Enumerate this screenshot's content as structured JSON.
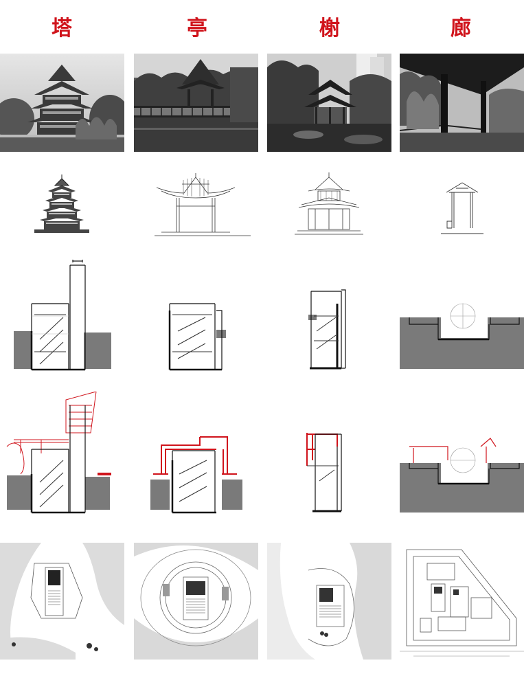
{
  "columns": [
    {
      "title": "塔",
      "photo_subject": "pagoda",
      "elevation_subject": "pagoda-elevation",
      "plan_subject": "pagoda-site-plan"
    },
    {
      "title": "亭",
      "photo_subject": "pavilion",
      "elevation_subject": "pavilion-elevation",
      "plan_subject": "pavilion-site-plan"
    },
    {
      "title": "榭",
      "photo_subject": "waterside-pavilion",
      "elevation_subject": "waterside-pavilion-elevation",
      "plan_subject": "waterside-pavilion-site-plan"
    },
    {
      "title": "廊",
      "photo_subject": "corridor",
      "elevation_subject": "corridor-elevation",
      "plan_subject": "corridor-site-plan"
    }
  ],
  "colors": {
    "title_red": "#d0141c",
    "ground_gray": "#808080",
    "line_black": "#111111",
    "accent_red": "#d0141c",
    "site_gray": "#d8d8d8"
  }
}
